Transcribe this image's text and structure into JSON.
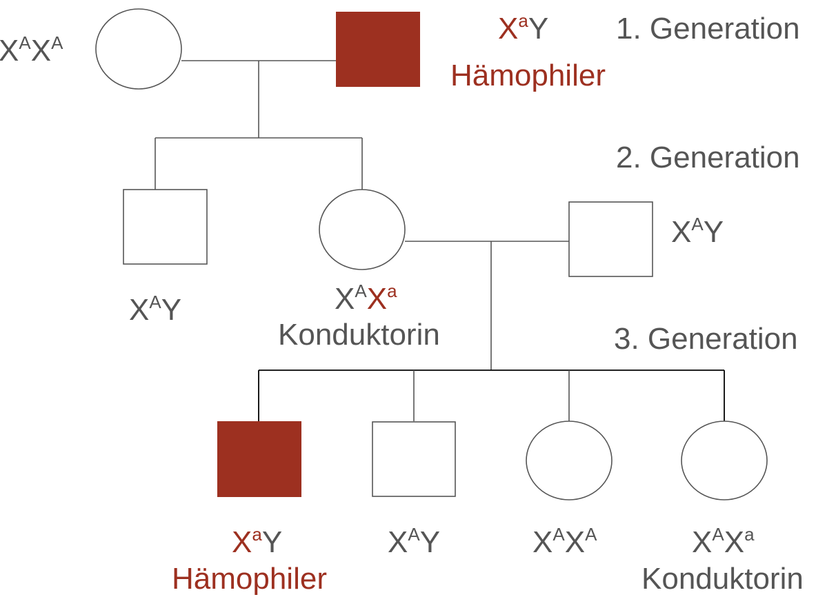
{
  "colors": {
    "affected": "#9d3020",
    "text": "#555555",
    "line": "#555555"
  },
  "generations": {
    "gen1": "1.  Generation",
    "gen2": "2.  Generation",
    "gen3": "3. Generation"
  },
  "symbols": {
    "chr_x": "X",
    "chr_y": "Y",
    "allele_dominant": "A",
    "allele_recessive": "a"
  },
  "statuses": {
    "hemophiliac": "Hämophiler",
    "carrier": "Konduktorin"
  },
  "individuals": [
    {
      "id": "g1-mother",
      "sex": "female",
      "affected": false,
      "genotype": "XAXA"
    },
    {
      "id": "g1-father",
      "sex": "male",
      "affected": true,
      "genotype": "XaY",
      "status": "Hämophiler"
    },
    {
      "id": "g2-son",
      "sex": "male",
      "affected": false,
      "genotype": "XAY"
    },
    {
      "id": "g2-daughter",
      "sex": "female",
      "affected": false,
      "genotype": "XAXa",
      "status": "Konduktorin"
    },
    {
      "id": "g2-husband",
      "sex": "male",
      "affected": false,
      "genotype": "XAY"
    },
    {
      "id": "g3-son-1",
      "sex": "male",
      "affected": true,
      "genotype": "XaY",
      "status": "Hämophiler"
    },
    {
      "id": "g3-son-2",
      "sex": "male",
      "affected": false,
      "genotype": "XAY"
    },
    {
      "id": "g3-daughter-1",
      "sex": "female",
      "affected": false,
      "genotype": "XAXA"
    },
    {
      "id": "g3-daughter-2",
      "sex": "female",
      "affected": false,
      "genotype": "XAXa",
      "status": "Konduktorin"
    }
  ]
}
